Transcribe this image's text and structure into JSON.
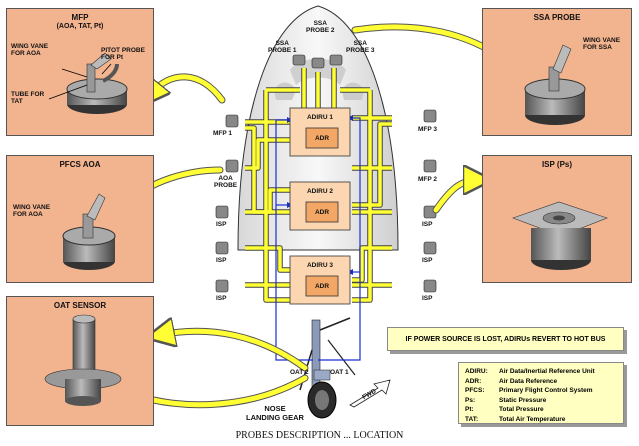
{
  "panels": {
    "mfp": {
      "title": "MFP",
      "subtitle": "(AOA, TAT, Pt)",
      "wing_vane": "WING VANE\nFOR AOA",
      "pitot_probe": "PITOT PROBE\nFOR Pt",
      "tube": "TUBE FOR\nTAT"
    },
    "pfcs_aoa": {
      "title": "PFCS AOA",
      "wing_vane": "WING VANE\nFOR AOA"
    },
    "oat_sensor": {
      "title": "OAT SENSOR"
    },
    "ssa_probe": {
      "title": "SSA PROBE",
      "wing_vane": "WING VANE\nFOR SSA"
    },
    "isp": {
      "title": "ISP (Ps)"
    }
  },
  "probes": {
    "ssa_probe_1": "SSA\nPROBE 1",
    "ssa_probe_2": "SSA\nPROBE 2",
    "ssa_probe_3": "SSA\nPROBE 3",
    "mfp_1": "MFP 1",
    "mfp_2": "MFP 2",
    "mfp_3": "MFP 3",
    "aoa_probe": "AOA\nPROBE",
    "isp": "ISP",
    "oat_1": "OAT 1",
    "oat_2": "OAT 2"
  },
  "units": {
    "adiru_1": "ADIRU 1",
    "adiru_2": "ADIRU 2",
    "adiru_3": "ADIRU 3",
    "adr": "ADR"
  },
  "nose_gear": "NOSE\nLANDING GEAR",
  "fwd": "FWD",
  "note": "IF POWER SOURCE IS LOST, ADIRUs REVERT TO HOT BUS",
  "legend": [
    {
      "key": "ADIRU:",
      "value": "Air Data/Inertial Reference Unit"
    },
    {
      "key": "ADR:",
      "value": "Air Data Reference"
    },
    {
      "key": "PFCS:",
      "value": "Primary Flight Control System"
    },
    {
      "key": "Ps:",
      "value": "Static Pressure"
    },
    {
      "key": "Pt:",
      "value": "Total Pressure"
    },
    {
      "key": "TAT:",
      "value": "Total Air Temperature"
    }
  ],
  "caption": "PROBES DESCRIPTION ... LOCATION",
  "colors": {
    "panel": "#f2b38f",
    "bus": "#ffff33",
    "unit": "#fbd6b0",
    "blue_line": "#1a2fd0",
    "note_bg": "#ffffc2"
  }
}
